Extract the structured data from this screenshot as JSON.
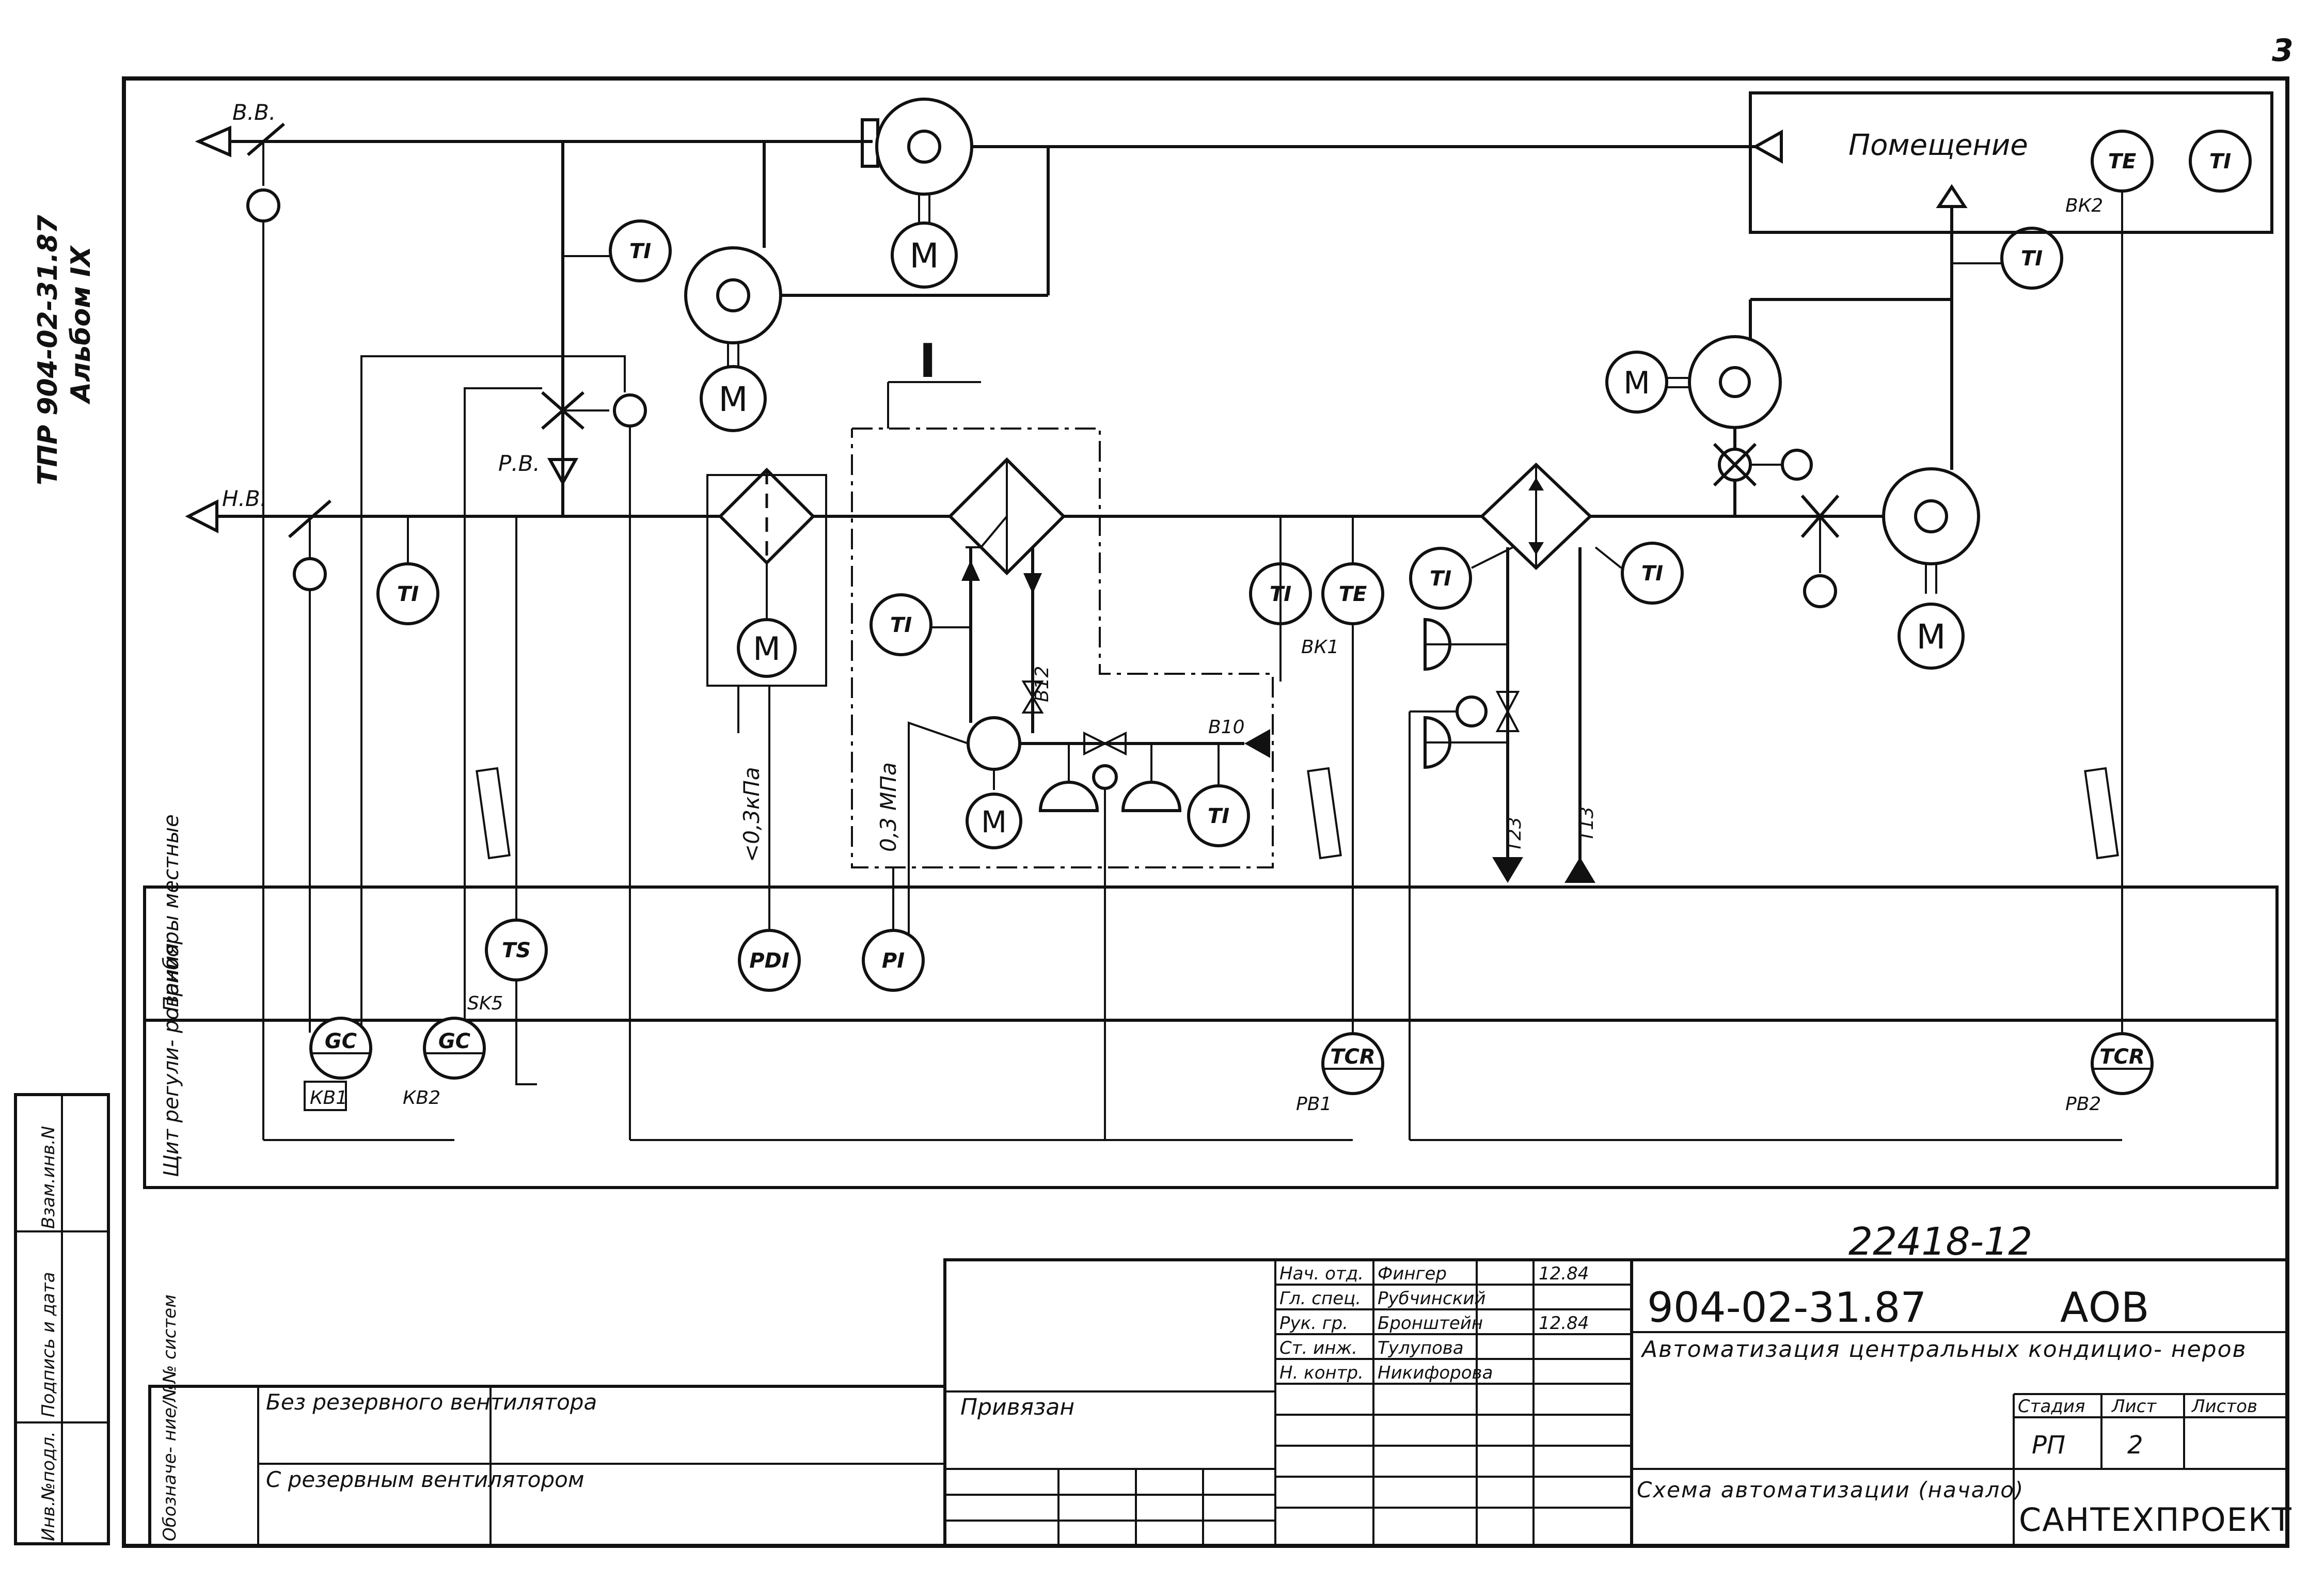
{
  "page_number": "3",
  "side_stamp": {
    "line1": "ТПР 904-02-31.87",
    "line2": "Альбом IX"
  },
  "room": {
    "label": "Помещение",
    "instruments": [
      {
        "tag": "TE",
        "id": "ВК2"
      },
      {
        "tag": "TI"
      }
    ]
  },
  "lines": {
    "outside_air": "Н.В.",
    "exhaust_air": "В.В.",
    "recirc_air": "Р.В.",
    "node_mark": "I",
    "steam_in": "Т13",
    "condensate_out": "Т23",
    "heat_supply": "В10",
    "heat_return": "В12"
  },
  "instruments": {
    "ti_return": "TI",
    "ti_supply_left": "TI",
    "ti_first_heater": "TI",
    "ti_mix_chamber": "TI",
    "te_bk1": {
      "tag": "TE",
      "id": "ВК1"
    },
    "ti_second_heater_left": "TI",
    "ti_second_heater_right": "TI",
    "ti_after_fan": "TI",
    "ti_pump": "TI",
    "ts_sk5": {
      "tag": "TS",
      "id": "SK5"
    },
    "pdi": "PDI",
    "pi": "PI",
    "gc_kb1": {
      "tag": "GC",
      "id": "КВ1"
    },
    "gc_kb2": {
      "tag": "GC",
      "id": "КВ2"
    },
    "tcr_pb1": {
      "tag": "TCR",
      "id": "РВ1"
    },
    "tcr_pb2": {
      "tag": "TCR",
      "id": "РВ2"
    },
    "motor": "М"
  },
  "measurements": {
    "filter_dp": "<0,3кПа",
    "pump_pressure": "0,3 МПа"
  },
  "panel_rows": {
    "local": "Приборы местные",
    "board": "Щит регули- рования"
  },
  "legend": {
    "header1": "Обозначе- ние/№№ систем",
    "row1": "Без резервного вентилятора",
    "row2": "С резервным вентилятором"
  },
  "left_strip": {
    "inv_original": "Инв.№подл.",
    "sign_date": "Подпись и дата",
    "inv_replace": "Взам.инв.N"
  },
  "title_block": {
    "project_no": "22418-12",
    "code": "904-02-31.87",
    "mark": "АОВ",
    "title": "Автоматизация центральных кондицио- неров",
    "sheet_name": "Схема автоматизации (начало)",
    "tied_to": "Привязан",
    "stage_label": "Стадия",
    "sheet_label": "Лист",
    "sheets_label": "Листов",
    "stage_value": "РП",
    "sheet_value": "2",
    "company": "САНТЕХПРОЕКТ",
    "signatures": [
      {
        "role": "Нач. отд.",
        "name": "Фингер",
        "date": "12.84"
      },
      {
        "role": "Гл. спец.",
        "name": "Рубчинский"
      },
      {
        "role": "Рук. гр.",
        "name": "Бронштейн",
        "date": "12.84"
      },
      {
        "role": "Ст. инж.",
        "name": "Тулупова"
      },
      {
        "role": "Н. контр.",
        "name": "Никифорова"
      }
    ]
  }
}
